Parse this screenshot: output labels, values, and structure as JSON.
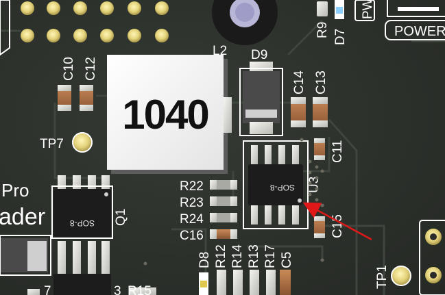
{
  "title": "PCB 3D render – buck converter section",
  "colors": {
    "board": "#2c302b",
    "silkscreen": "#ffffff",
    "copper_pad": "#d8c98a",
    "ic_body": "#1c1c1c",
    "arrow": "#e01818"
  },
  "labels": {
    "inductor_marking": "1040",
    "l2": "L2",
    "d9": "D9",
    "c10": "C10",
    "c12": "C12",
    "c14": "C14",
    "c13": "C13",
    "c11": "C11",
    "c15": "C15",
    "c16": "C16",
    "c5": "C5",
    "tp7": "TP7",
    "tp1": "TP1",
    "u3": "U3",
    "q1": "Q1",
    "r9": "R9",
    "d7": "D7",
    "d8": "D8",
    "r12": "R12",
    "r13": "R13",
    "r14": "R14",
    "r15": "R15",
    "r17": "R17",
    "r22": "R22",
    "r23": "R23",
    "r24": "R24",
    "u3_package": "SOP-8",
    "q1_package": "SOP-8",
    "power_label": "POWER",
    "pw_partial": "PW",
    "pro_partial": "Pro",
    "ader_partial": "ader",
    "partial_3": "3",
    "partial_7": "7"
  },
  "icons": [
    "arrow-icon",
    "test-point-icon",
    "header-pin-icon"
  ]
}
